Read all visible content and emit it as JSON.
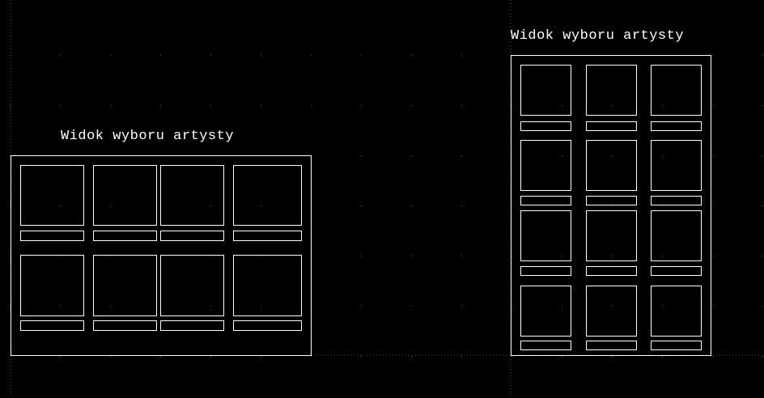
{
  "canvas": {
    "background": "#000000",
    "line_color": "#ffffff",
    "guide_color": "#555555"
  },
  "landscape_view": {
    "title": "Widok wyboru artysty",
    "columns": 4,
    "rows": 2
  },
  "portrait_view": {
    "title": "Widok wyboru artysty",
    "columns": 3,
    "rows": 4
  }
}
